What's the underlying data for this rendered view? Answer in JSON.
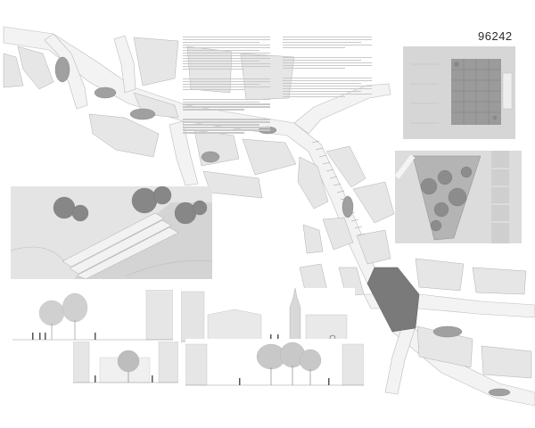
{
  "board": {
    "number": "96242",
    "columns": [
      {
        "id": "left",
        "paragraph_blocks": [
          13,
          5,
          5,
          6
        ]
      },
      {
        "id": "right",
        "paragraph_blocks": [
          5,
          5,
          8
        ]
      }
    ]
  },
  "palette": {
    "paper": "#ffffff",
    "street": "#f2f2f2",
    "building": "#e4e4e4",
    "outline": "#b5b5b5",
    "paving_dark": "#6e6e6e",
    "vegetation": "#8d8d8d",
    "sky": "#eeeeee"
  },
  "sheet": {
    "site_plan": {
      "highlighted_area": "dark-grey-paving",
      "greenery": "tree-canopy"
    },
    "detail_plans": [
      "paved-plaza-plan",
      "triangular-park-plan",
      "stepped-terrace-plan"
    ],
    "sections": [
      "street-section-trees",
      "square-section-tower",
      "courtyard-section",
      "park-section-trees"
    ]
  }
}
